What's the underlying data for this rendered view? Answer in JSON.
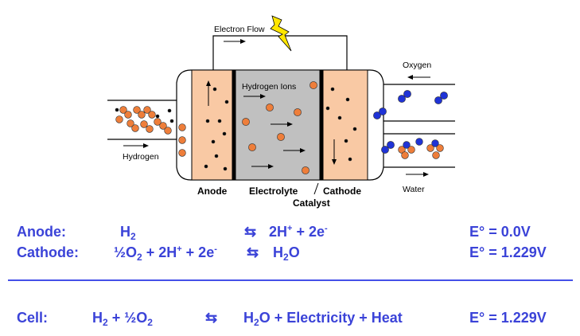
{
  "diagram": {
    "labels": {
      "electron_flow": "Electron Flow",
      "hydrogen_ions": "Hydrogen Ions",
      "oxygen": "Oxygen",
      "hydrogen": "Hydrogen",
      "water": "Water",
      "anode": "Anode",
      "electrolyte": "Electrolyte",
      "cathode": "Cathode",
      "catalyst": "Catalyst"
    },
    "colors": {
      "electrode": "#f9c9a4",
      "electrolyte": "#c0c0c0",
      "hydrogen_atom": "#ee7e3a",
      "oxygen_atom": "#1f33d6",
      "electron": "#000000",
      "lightning": "#ffe600",
      "equation_text": "#3b43d8"
    }
  },
  "reactions": {
    "anode": {
      "label": "Anode:",
      "reactant": "H",
      "reactant_sub": "2",
      "arrow": "⇆",
      "product_a": "2H",
      "product_a_sup": "+",
      "product_b": " + 2e",
      "product_b_sup": "-",
      "potential": "E° = 0.0V"
    },
    "cathode": {
      "label": "Cathode:",
      "reactant_a": "½O",
      "reactant_a_sub": "2",
      "reactant_b": " + 2H",
      "reactant_b_sup": "+",
      "reactant_c": " + 2e",
      "reactant_c_sup": "-",
      "arrow": "⇆",
      "product": "H",
      "product_sub": "2",
      "product_tail": "O",
      "potential": "E° = 1.229V"
    },
    "cell": {
      "label": "Cell:",
      "reactant_a": "H",
      "reactant_a_sub": "2",
      "reactant_b": " + ½O",
      "reactant_b_sub": "2",
      "arrow": "⇆",
      "product": "H",
      "product_sub": "2",
      "product_tail": "O + Electricity + Heat",
      "potential": "E° = 1.229V"
    }
  }
}
